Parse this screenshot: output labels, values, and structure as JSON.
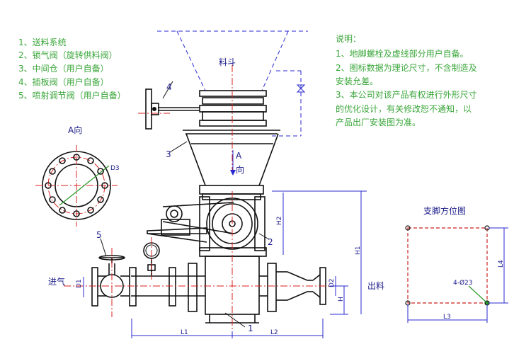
{
  "legend": {
    "items": [
      "1、送料系统",
      "2、锁气阀（旋转供料阀）",
      "3、中间仓（用户自备）",
      "4、插板阀（用户自备）",
      "5、喷射调节阀（用户自备）"
    ]
  },
  "notes": {
    "title": "说明：",
    "lines": [
      "1、地脚螺栓及虚线部分用户自备。",
      "2、图标数据为理论尺寸，不含制造及",
      "安装允差。",
      "3、本公司对该产品有权进行外形尺寸",
      "的优化设计，有关修改恕不通知，以",
      "产品出厂安装图为准。"
    ]
  },
  "labels": {
    "hopper": "料斗",
    "view_a": "A向",
    "arrow_a_letter": "A",
    "arrow_a_dir": "向",
    "inlet": "进气",
    "outlet": "出料",
    "support_title": "支脚方位图",
    "hole": "4-Ø23",
    "callout_1": "1",
    "callout_2": "2",
    "callout_3": "3",
    "callout_4": "4",
    "callout_5": "5"
  },
  "dims": {
    "d3": "D3",
    "d1": "D1",
    "d2": "D2",
    "h1": "H1",
    "h2": "H2",
    "h": "H",
    "l1": "L1",
    "l2": "L2",
    "l3": "L3",
    "l4": "L4"
  },
  "colors": {
    "outline": "#111111",
    "dimension": "#2a2ad0",
    "centerline": "#d22222",
    "text_green": "#3aa63a"
  }
}
